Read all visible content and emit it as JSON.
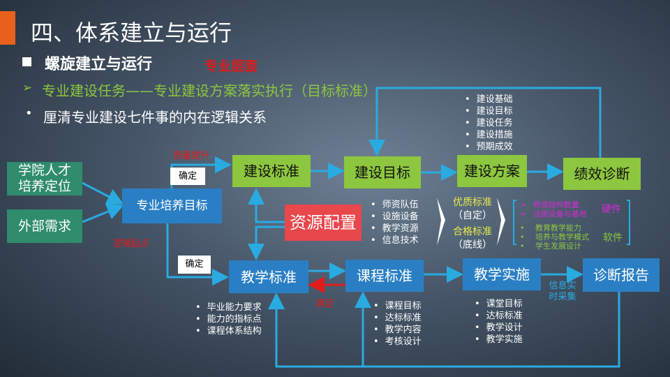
{
  "title": "四、体系建立与运行",
  "heading": "螺旋建立与运行",
  "heading_tag": "专业层面",
  "subheading": "专业建设任务——专业建设方案落实执行（目标标准）",
  "bullet": "厘清专业建设七件事的内在逻辑关系",
  "boxes": {
    "talent": "学院人才培养定位",
    "external": "外部需求",
    "goal": "专业培养目标",
    "build_std": "建设标准",
    "build_goal": "建设目标",
    "build_plan": "建设方案",
    "perf": "绩效诊断",
    "resource": "资源配置",
    "teach_std": "教学标准",
    "course_std": "课程标准",
    "teach_impl": "教学实施",
    "report": "诊断报告"
  },
  "labels": {
    "confirm1": "确定",
    "confirm2": "确定",
    "quality": "质量提升",
    "logic": "逻辑起点",
    "satisfy": "满足",
    "info": "信息实时采集"
  },
  "plan_items": [
    "建设基础",
    "建设目标",
    "建设任务",
    "建设措施",
    "预期成效"
  ],
  "resource_items": [
    "师资队伍",
    "设施设备",
    "教学资源",
    "信息技术"
  ],
  "standards": {
    "quality": "优质标准",
    "quality_sub": "（自定）",
    "pass": "合格标准",
    "pass_sub": "（底线）"
  },
  "hardware": {
    "items": [
      "师资结构数量",
      "设施设备与基地"
    ],
    "label": "硬件"
  },
  "software": {
    "items": [
      "教育教学能力",
      "培养与教学模式",
      "学生发展设计"
    ],
    "label": "软件"
  },
  "teach_std_items": [
    "毕业能力要求",
    "能力的指标点",
    "课程体系结构"
  ],
  "course_items": [
    "课程目标",
    "达标标准",
    "教学内容",
    "考核设计"
  ],
  "impl_items": [
    "课堂目标",
    "达标标准",
    "教学设计",
    "教学实施"
  ],
  "colors": {
    "arrow": "#29abe2",
    "green": "#8dc63f",
    "blue": "#2a7fc4",
    "red": "#e8474c",
    "teal": "#2f8c6c"
  }
}
